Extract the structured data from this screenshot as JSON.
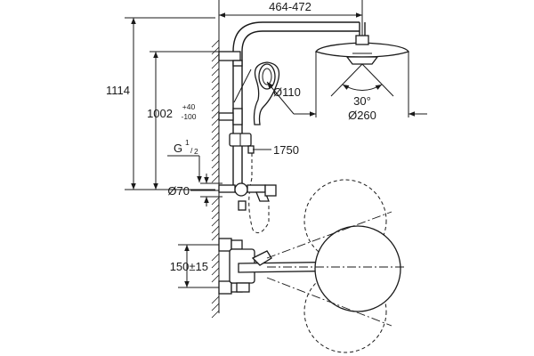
{
  "dimensions": {
    "top_width": "464-472",
    "total_height": "1114",
    "riser_height": "1002",
    "riser_tol_plus": "+40",
    "riser_tol_minus": "-100",
    "thread_main": "G",
    "thread_num": "1",
    "thread_den": "2",
    "flange_diameter": "Ø70",
    "hand_shower_diameter": "Ø110",
    "head_shower_diameter": "Ø260",
    "head_angle": "30°",
    "hose_length": "1750",
    "inlet_spacing": "150±15"
  }
}
